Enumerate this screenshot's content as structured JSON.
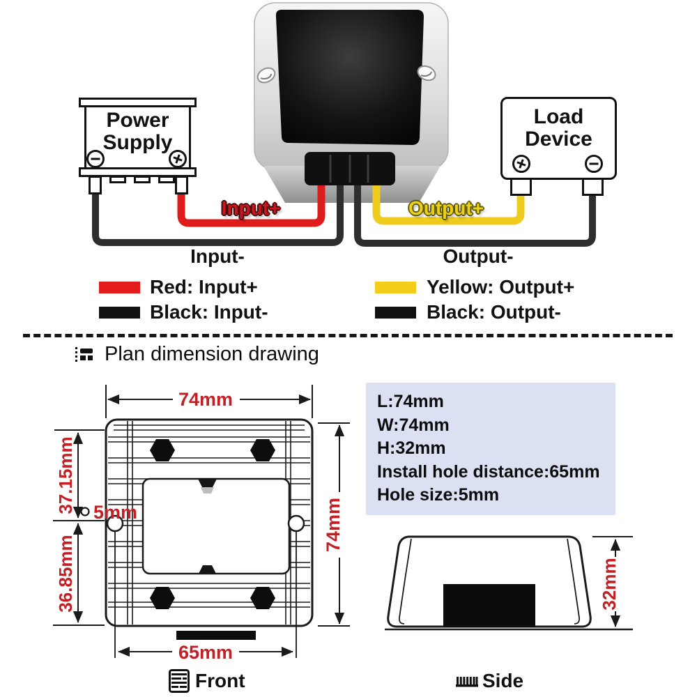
{
  "wiring": {
    "power_supply": {
      "title_line1": "Power",
      "title_line2": "Supply"
    },
    "load_device": {
      "title_line1": "Load",
      "title_line2": "Device"
    },
    "wire_labels": {
      "input_plus": "Input+",
      "input_minus": "Input-",
      "output_plus": "Output+",
      "output_minus": "Output-"
    }
  },
  "legend": {
    "items": [
      {
        "color_name": "red",
        "color": "#e31b1c",
        "label": "Red: Input+"
      },
      {
        "color_name": "black",
        "color": "#111111",
        "label": "Black: Input-"
      },
      {
        "color_name": "yellow",
        "color": "#f2cd1c",
        "label": "Yellow: Output+"
      },
      {
        "color_name": "black",
        "color": "#111111",
        "label": "Black: Output-"
      }
    ]
  },
  "plan": {
    "heading": "Plan dimension drawing",
    "specs": {
      "lines": [
        "L:74mm",
        "W:74mm",
        "H:32mm",
        "Install hole distance:65mm",
        "Hole size:5mm"
      ]
    },
    "front_view": {
      "label": "Front",
      "width_top": "74mm",
      "height_right": "74mm",
      "upper_left": "37.15mm",
      "lower_left": "36.85mm",
      "hole_distance": "65mm",
      "hole_size": "5mm"
    },
    "side_view": {
      "label": "Side",
      "height": "32mm"
    }
  },
  "colors": {
    "wire_red": "#df1b1b",
    "wire_yellow": "#eecb1d",
    "wire_black": "#2e2e2e",
    "dimension_text": "#c32026",
    "specs_box_bg": "#dbe1f2"
  }
}
